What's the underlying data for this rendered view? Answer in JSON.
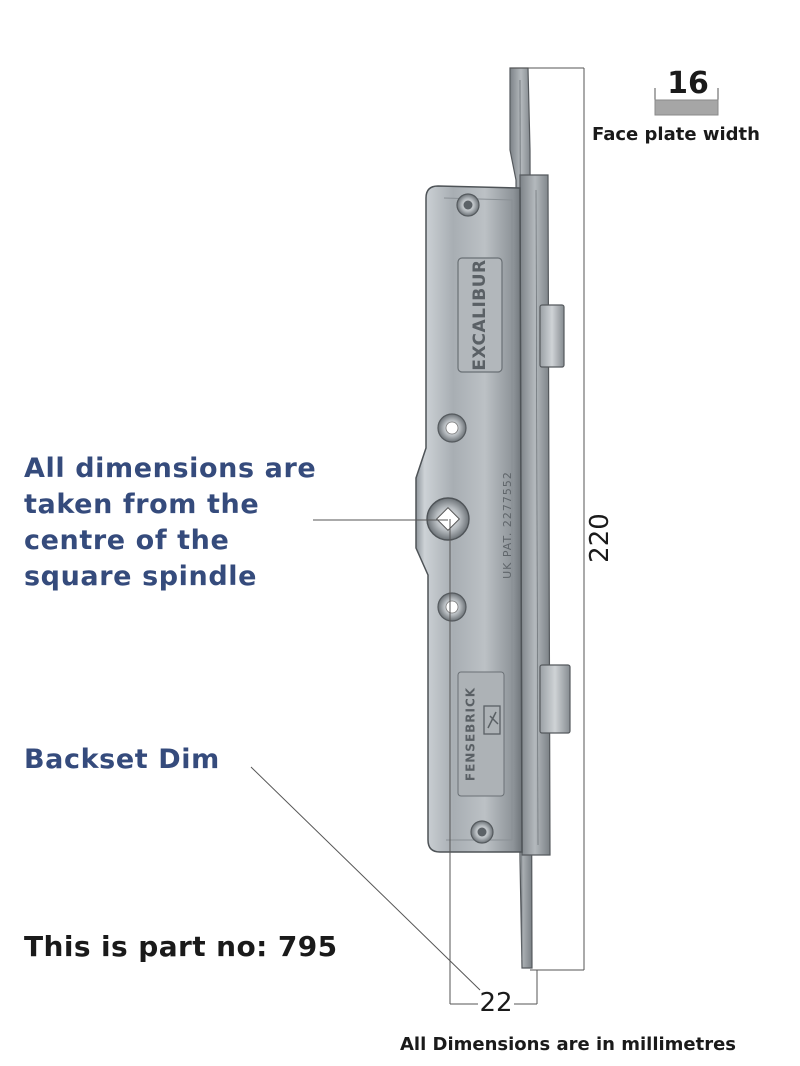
{
  "annotations": {
    "spindle_note_lines": [
      "All dimensions are",
      "taken from the",
      "centre of the",
      "square spindle"
    ],
    "backset_label": "Backset Dim",
    "part_number_text": "This is part no:  795",
    "faceplate_width_value": "16",
    "faceplate_width_label": "Face plate width",
    "height_value": "220",
    "backset_value": "22",
    "units_note": "All Dimensions are in millimetres"
  },
  "lock": {
    "brand_text": "EXCALIBUR",
    "patent_text": "UK PAT. 2277552",
    "maker_text": "FENSEBRICK"
  },
  "colors": {
    "note_text": "#354b7c",
    "body_text": "#1a1a1a",
    "dimension_line": "#555555",
    "faceplate_swatch": "#a6a6a6"
  }
}
